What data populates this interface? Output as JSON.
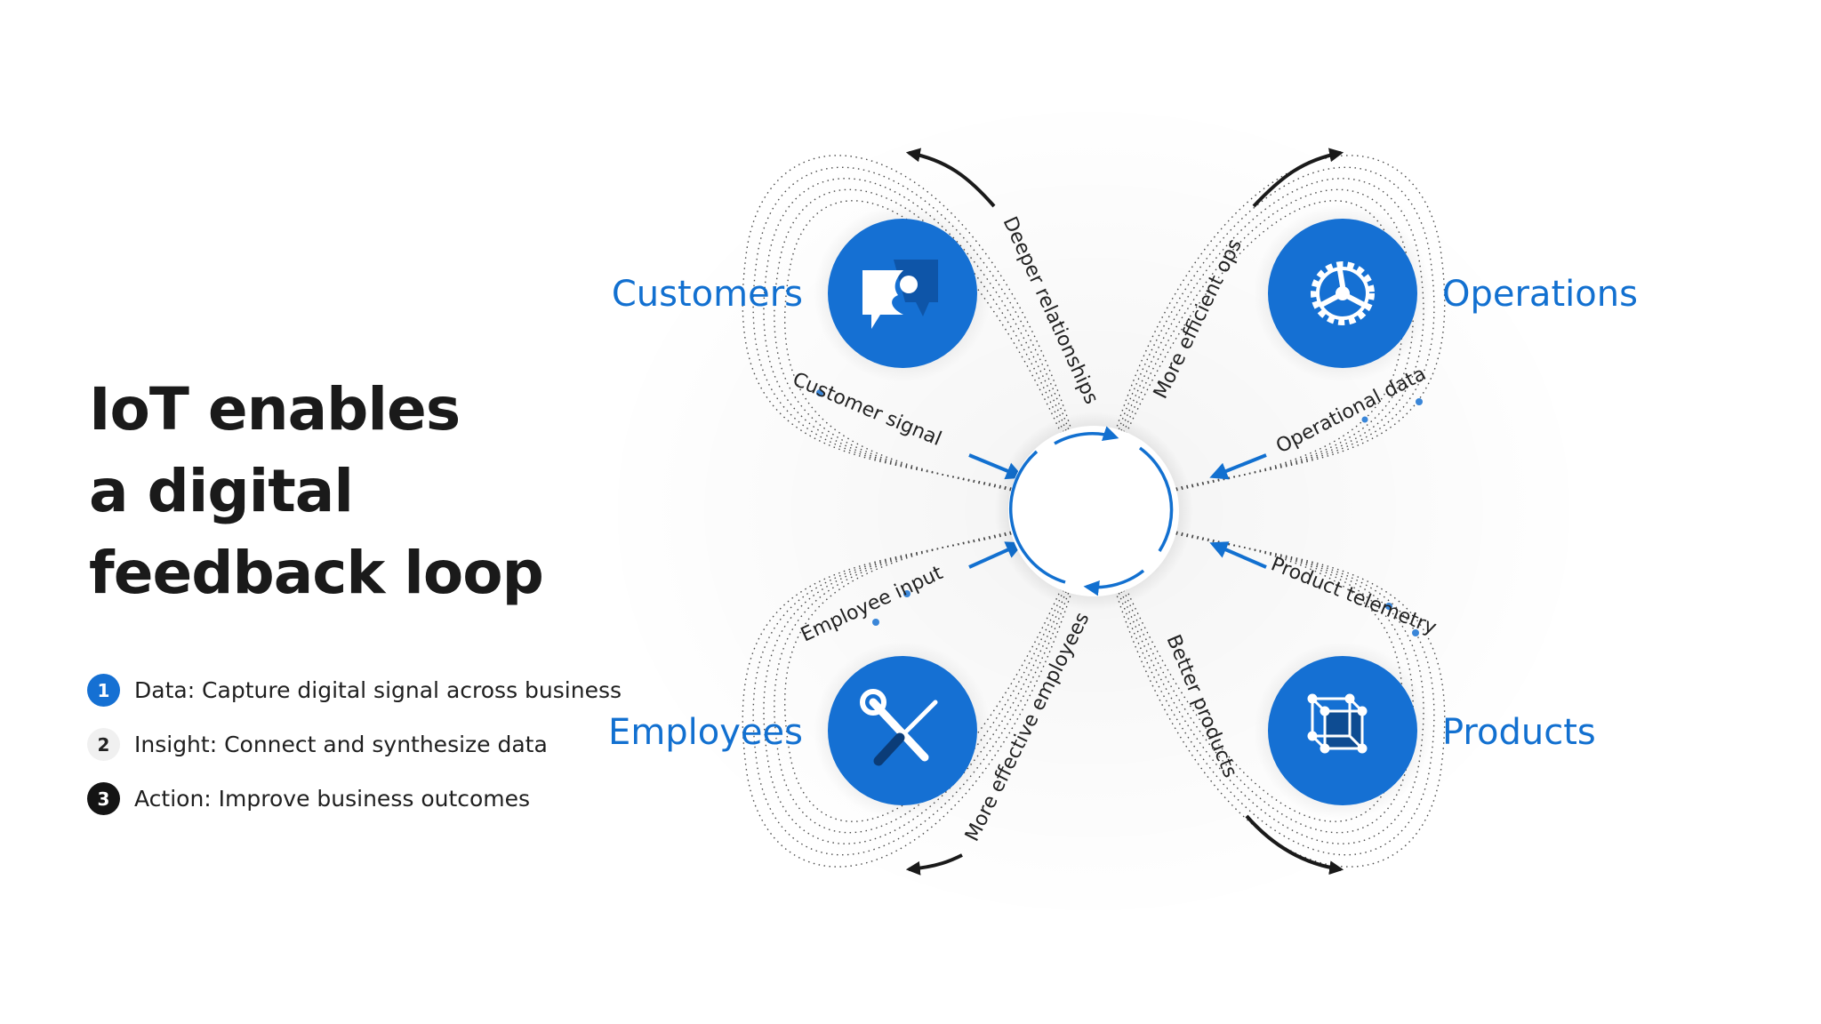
{
  "title": {
    "line1": "IoT enables",
    "line2": "a digital",
    "line3": "feedback loop"
  },
  "steps": [
    {
      "num": "1",
      "text": "Data: Capture digital signal across business"
    },
    {
      "num": "2",
      "text": "Insight: Connect and synthesize data"
    },
    {
      "num": "3",
      "text": "Action: Improve business outcomes"
    }
  ],
  "hubs": {
    "customers": "Customers",
    "operations": "Operations",
    "employees": "Employees",
    "products": "Products"
  },
  "flows": {
    "customer_signal": "Customer signal",
    "deeper_relationships": "Deeper relationships",
    "more_efficient_ops": "More efficient ops",
    "operational_data": "Operational data",
    "employee_input": "Employee input",
    "more_effective_employees": "More effective employees",
    "better_products": "Better products",
    "product_telemetry": "Product telemetry"
  },
  "colors": {
    "accent": "#1270d0",
    "hub_fill": "#1570d3",
    "text": "#1a1a1a"
  },
  "icons": {
    "customers": "chat-profile-icon",
    "operations": "gear-icon",
    "employees": "wrench-screwdriver-icon",
    "products": "cube-icon"
  }
}
